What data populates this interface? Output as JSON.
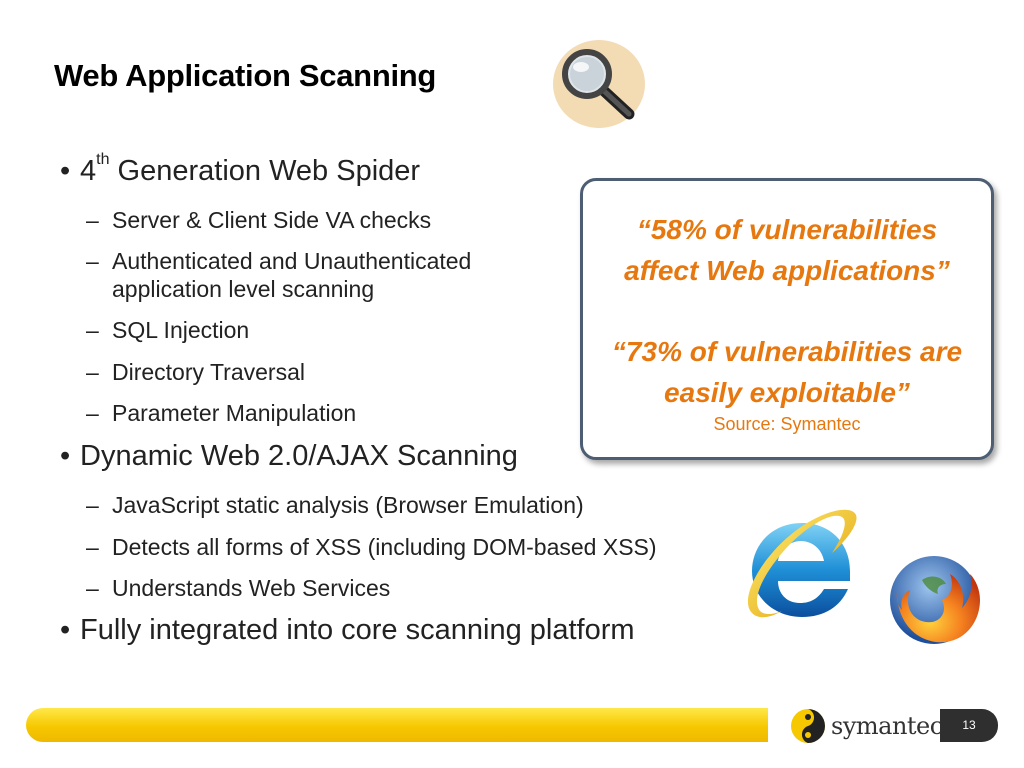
{
  "slide": {
    "title": "Web Application Scanning",
    "bullets": [
      {
        "num": "4",
        "sup": "th",
        "text": " Generation Web Spider",
        "sub": [
          "Server & Client Side VA checks",
          "Authenticated and Unauthenticated",
          "application level scanning",
          "SQL Injection",
          "Directory Traversal",
          "Parameter Manipulation"
        ]
      },
      {
        "text": "Dynamic Web 2.0/AJAX Scanning",
        "sub": [
          "JavaScript static analysis (Browser Emulation)",
          "Detects all forms of XSS (including DOM-based XSS)",
          "Understands Web Services"
        ]
      },
      {
        "text": "Fully integrated into core scanning platform"
      }
    ],
    "bullet_char": "•",
    "dash_char": "–"
  },
  "callout": {
    "quote1_line1": "“58% of vulnerabilities",
    "quote1_line2": "affect Web applications”",
    "quote2_line1": "“73% of vulnerabilities are",
    "quote2_line2": "easily exploitable”",
    "source": "Source: Symantec",
    "color": "#e6780f"
  },
  "footer": {
    "logo_text": "symantec",
    "logo_tm": ".",
    "page_number": "13",
    "bar_color": "#f6c800"
  },
  "icons": [
    "magnifier-icon",
    "internet-explorer-icon",
    "firefox-icon",
    "symantec-logo-icon"
  ]
}
